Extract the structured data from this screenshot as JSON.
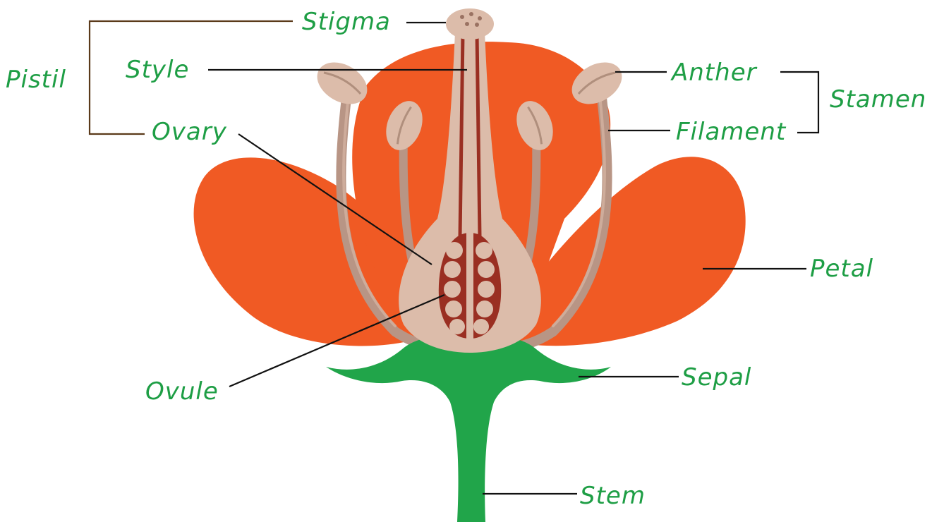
{
  "labels": {
    "stigma": "Stigma",
    "style": "Style",
    "pistil": "Pistil",
    "ovary": "Ovary",
    "ovule": "Ovule",
    "anther": "Anther",
    "filament": "Filament",
    "stamen": "Stamen",
    "petal": "Petal",
    "sepal": "Sepal",
    "stem": "Stem"
  },
  "colors": {
    "petal": "#f05a24",
    "sepal_stem": "#21a54a",
    "pistil": "#dcbcaa",
    "ovary_inner": "#9a2f22",
    "filament": "#b89585",
    "label_text": "#1e9e45",
    "leader_line": "#111111",
    "bracket": "#5b3a1a"
  }
}
